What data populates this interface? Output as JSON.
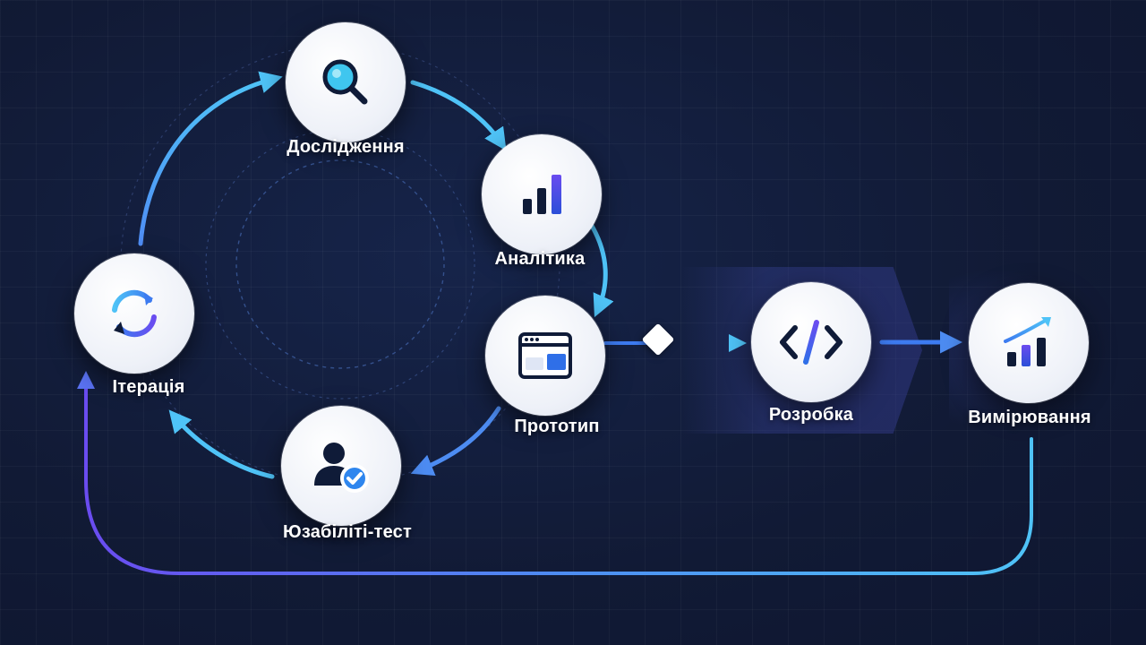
{
  "nodes": {
    "research": {
      "label": "Дослідження",
      "icon": "magnifier-icon"
    },
    "analytics": {
      "label": "Аналітика",
      "icon": "bar-chart-icon"
    },
    "prototype": {
      "label": "Прототип",
      "icon": "browser-window-icon"
    },
    "usability_test": {
      "label": "Юзабіліті-тест",
      "icon": "user-check-icon"
    },
    "iteration": {
      "label": "Ітерація",
      "icon": "refresh-cycle-icon"
    },
    "development": {
      "label": "Розробка",
      "icon": "code-brackets-icon"
    },
    "measurement": {
      "label": "Вимірювання",
      "icon": "growth-chart-icon"
    }
  },
  "colors": {
    "background": "#111a35",
    "accent_cyan": "#4fc3f7",
    "accent_blue": "#3d7bf0",
    "accent_violet": "#6a4cf0",
    "icon_dark": "#0f1b38",
    "node_fill": "#f2f4fa"
  }
}
